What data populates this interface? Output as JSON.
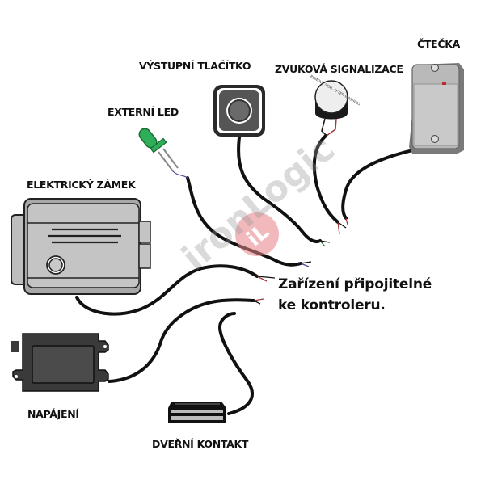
{
  "diagram": {
    "devices": {
      "exit_button": {
        "label": "VÝSTUPNÍ TLAČÍTKO"
      },
      "buzzer": {
        "label": "ZVUKOVÁ SIGNALIZACE",
        "sticker_text": "REMOVE SEAL AFTER WASHING"
      },
      "reader": {
        "label": "ČTEČKA"
      },
      "external_led": {
        "label": "EXTERNÍ LED"
      },
      "electric_lock": {
        "label": "ELEKTRICKÝ ZÁMEK"
      },
      "power_supply": {
        "label": "NAPÁJENÍ"
      },
      "door_contact": {
        "label": "DVEŘNÍ KONTAKT"
      }
    },
    "caption": {
      "line1": "Zařízení připojitelné",
      "line2": "ke kontroleru."
    },
    "watermark": {
      "text": "ironLogic",
      "logo_letters": "iL"
    },
    "colors": {
      "cable": "#111111",
      "led_green": "#2fae5a",
      "reader_red": "#c0282a",
      "watermark_red": "#e88088",
      "device_gray": "#b9b9b9",
      "device_dark": "#3a3a3a",
      "wire_red": "#a43a3a",
      "wire_green": "#2a7a3a",
      "wire_blue": "#4a4a9a"
    }
  }
}
